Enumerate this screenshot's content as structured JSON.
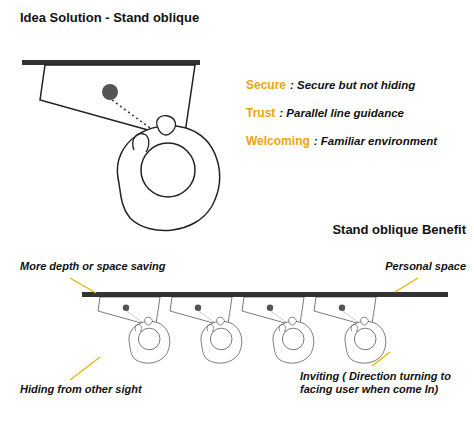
{
  "diagram": {
    "title": "Idea Solution - Stand oblique",
    "labels": [
      "Secure",
      ": Secure but not hiding",
      "Trust",
      ":  Parallel line guidance",
      "Welcoming",
      ": Familiar environment",
      "Stand oblique Benefit",
      "More depth or space saving",
      "Personal space",
      "Hiding from other sight",
      "Inviting ( Direction turning to facing user when come In)"
    ]
  }
}
